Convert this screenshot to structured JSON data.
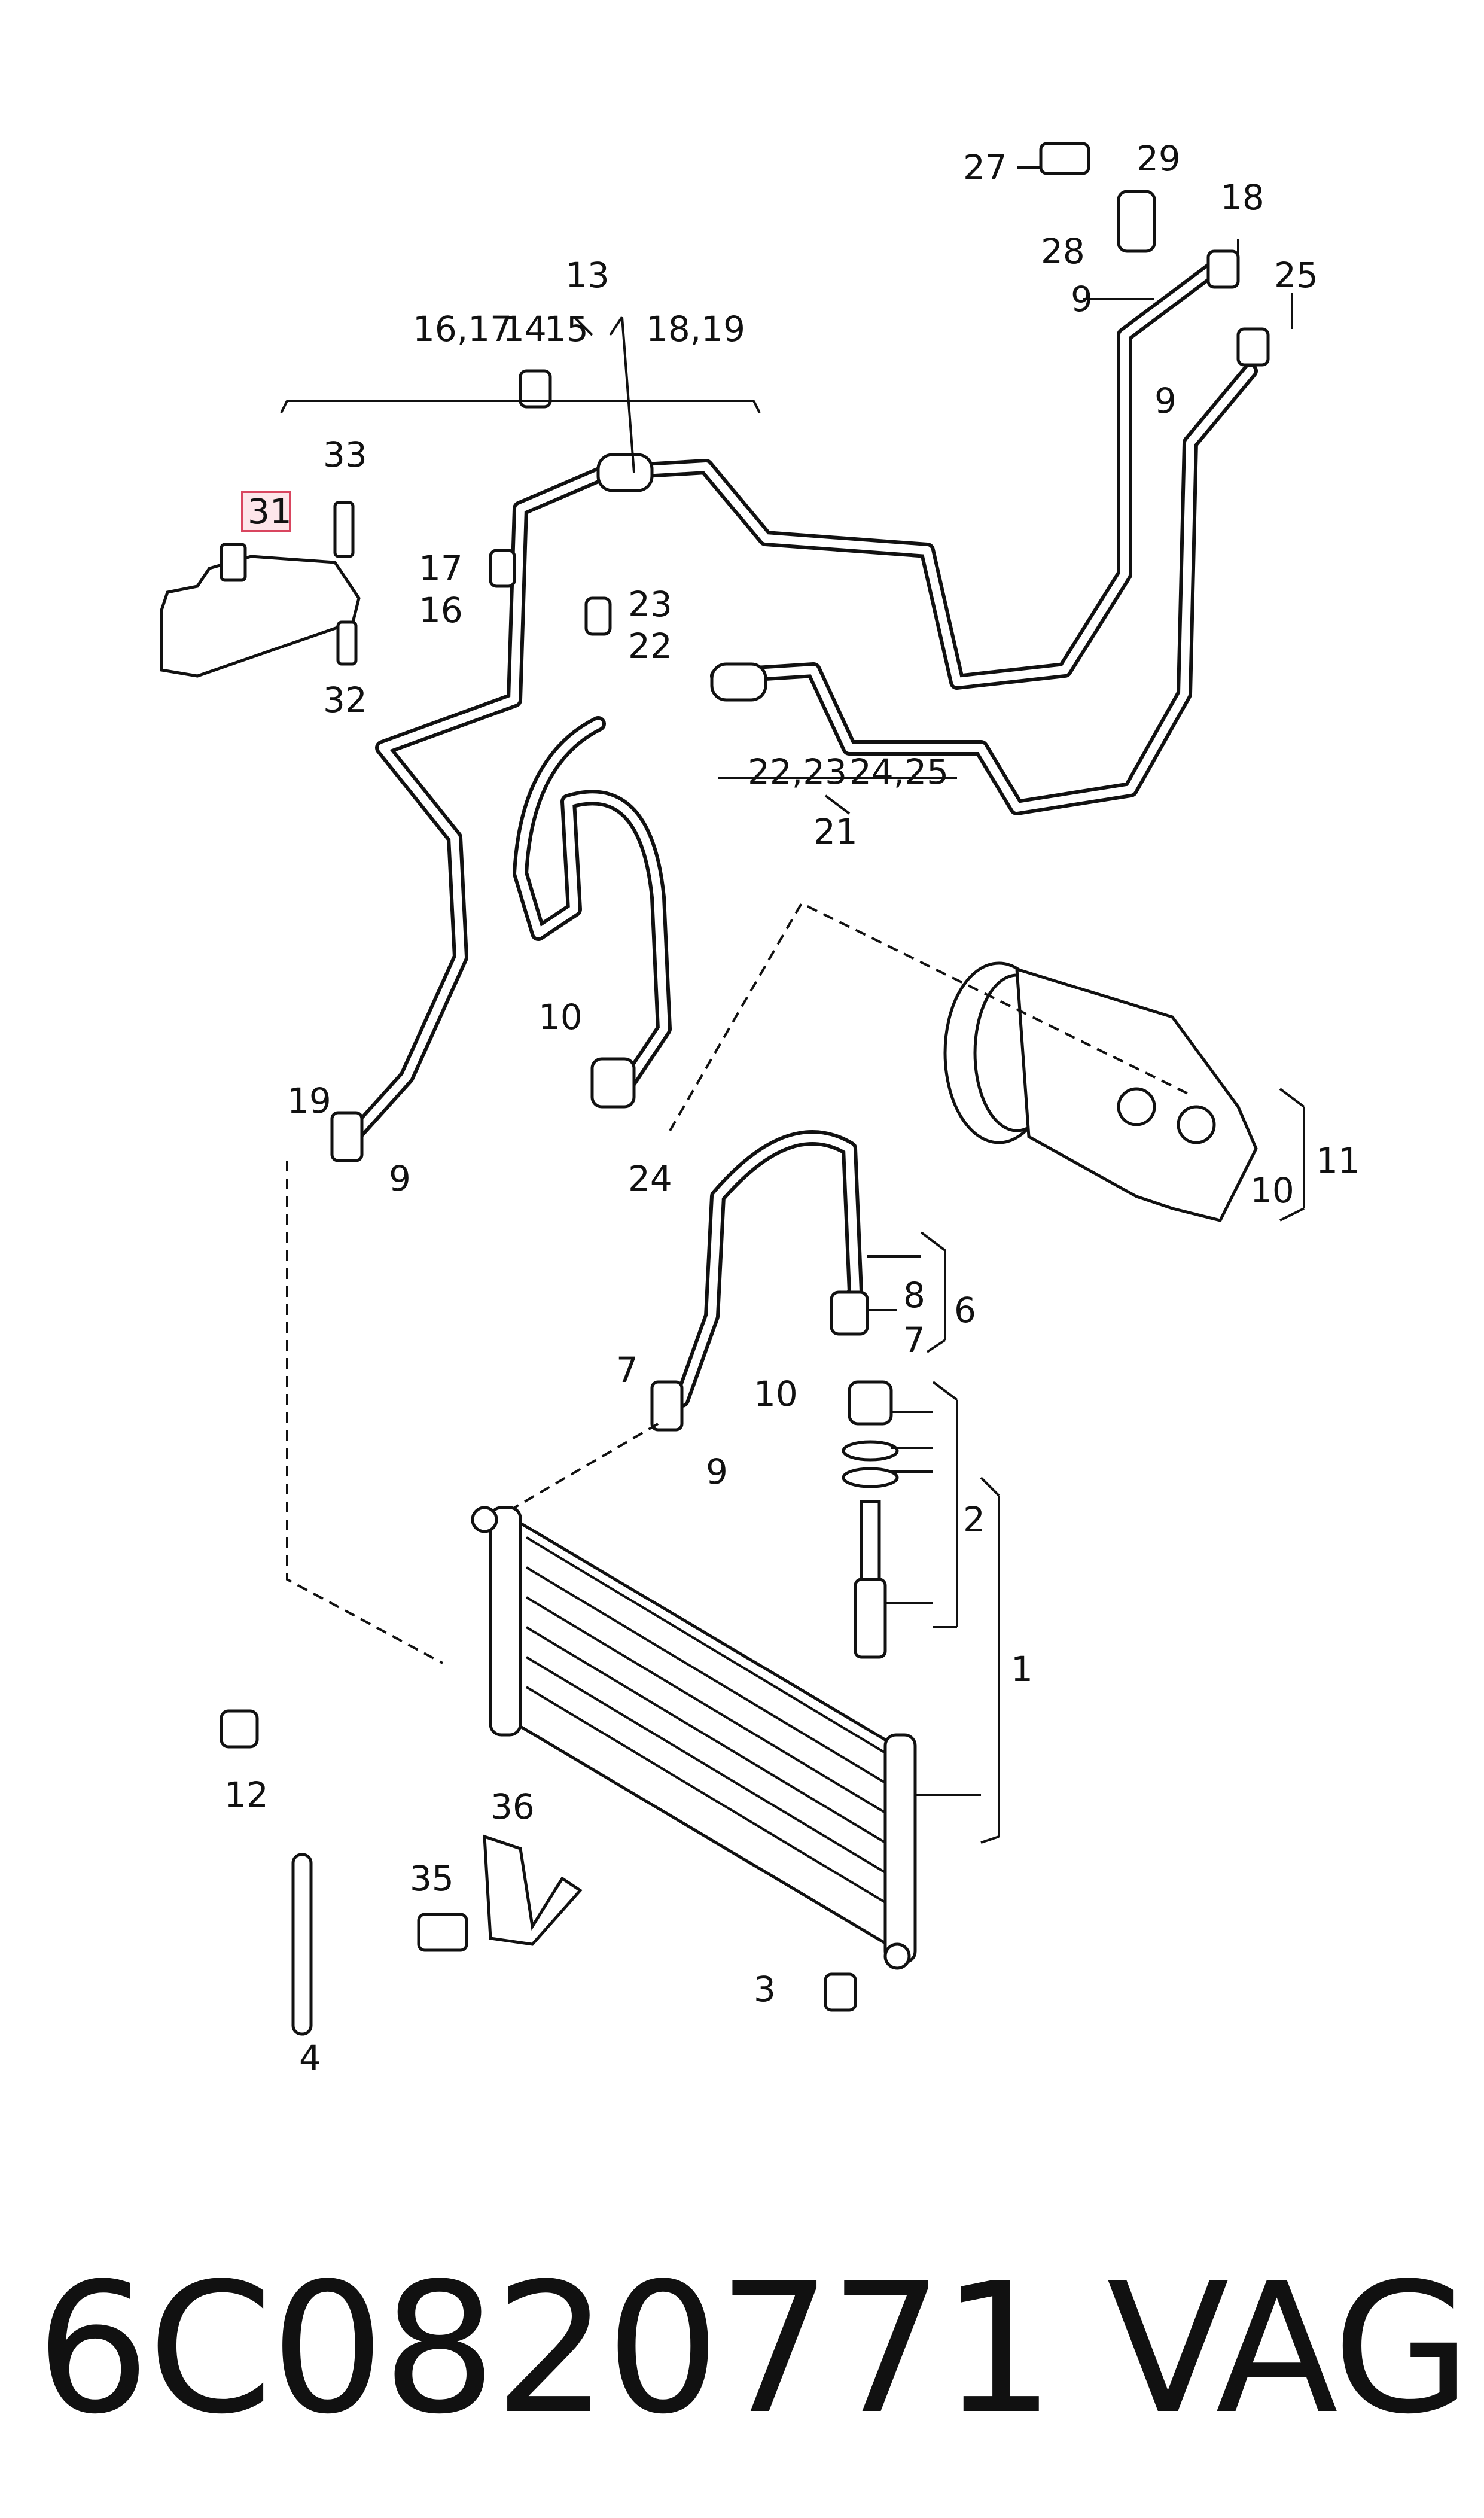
{
  "title": {
    "part_number": "6C0820771",
    "brand": "VAG"
  },
  "highlighted_callout": "31",
  "callouts": {
    "c1": "1",
    "c2": "2",
    "c3": "3",
    "c4": "4",
    "c6": "6",
    "c7a": "7",
    "c7b": "7",
    "c8": "8",
    "c9a": "9",
    "c9b": "9",
    "c9c": "9",
    "c9d": "9",
    "c10a": "10",
    "c10b": "10",
    "c10c": "10",
    "c11": "11",
    "c12": "12",
    "c13": "13",
    "c14": "14",
    "c15": "15",
    "c1617": "16,17",
    "c16": "16",
    "c17": "17",
    "c18": "18",
    "c1819": "18,19",
    "c19": "19",
    "c21": "21",
    "c22": "22",
    "c2223": "22,23",
    "c23": "23",
    "c24": "24",
    "c2425": "24,25",
    "c25": "25",
    "c27": "27",
    "c28": "28",
    "c29": "29",
    "c31": "31",
    "c32": "32",
    "c33": "33",
    "c35": "35",
    "c36": "36"
  }
}
